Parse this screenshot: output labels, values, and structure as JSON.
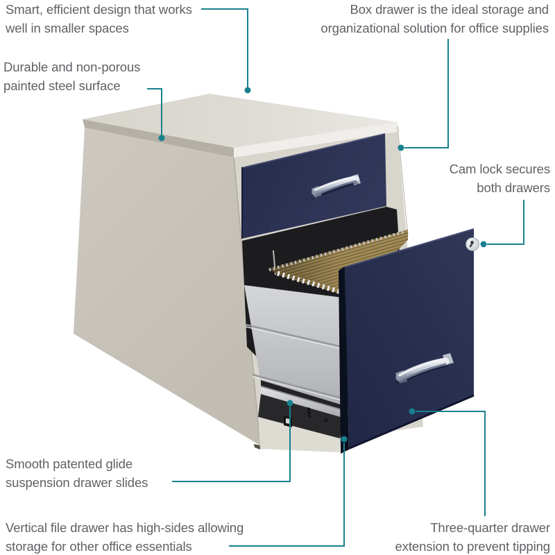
{
  "figure_type": "product-feature-callout-diagram",
  "colors": {
    "accent_teal": "#17808e",
    "label_text": "#5f6165",
    "cabinet_navy": "#2a3048",
    "cabinet_cream_side": "#c8c4bb",
    "cabinet_cream_top": "#dfdcd5",
    "files_tan": "#a38c59",
    "drawer_silver": "#c6c8ca",
    "background": "#ffffff"
  },
  "illustration_parts": [
    "cabinet-top-surface",
    "box-drawer",
    "file-drawer",
    "cam-lock",
    "drawer-handles",
    "hanging-files",
    "glide-rail"
  ],
  "callouts": [
    {
      "id": "smart",
      "target": "cabinet-top-surface",
      "lines": [
        "Smart, efficient design that works",
        "well in smaller spaces"
      ]
    },
    {
      "id": "box",
      "target": "box-drawer",
      "lines": [
        "Box drawer is the ideal storage and",
        "organizational solution for office supplies"
      ]
    },
    {
      "id": "durable",
      "target": "painted-steel-side",
      "lines": [
        "Durable and non-porous",
        "painted steel surface"
      ]
    },
    {
      "id": "cam",
      "target": "cam-lock",
      "lines": [
        "Cam lock secures",
        "both drawers"
      ]
    },
    {
      "id": "glide",
      "target": "glide-rail",
      "lines": [
        "Smooth patented glide",
        "suspension drawer slides"
      ]
    },
    {
      "id": "vertical",
      "target": "file-drawer",
      "lines": [
        "Vertical file drawer has high-sides allowing",
        "storage for other office essentials"
      ]
    },
    {
      "id": "three",
      "target": "file-drawer-extension",
      "lines": [
        "Three-quarter drawer",
        "extension to prevent tipping"
      ]
    }
  ]
}
